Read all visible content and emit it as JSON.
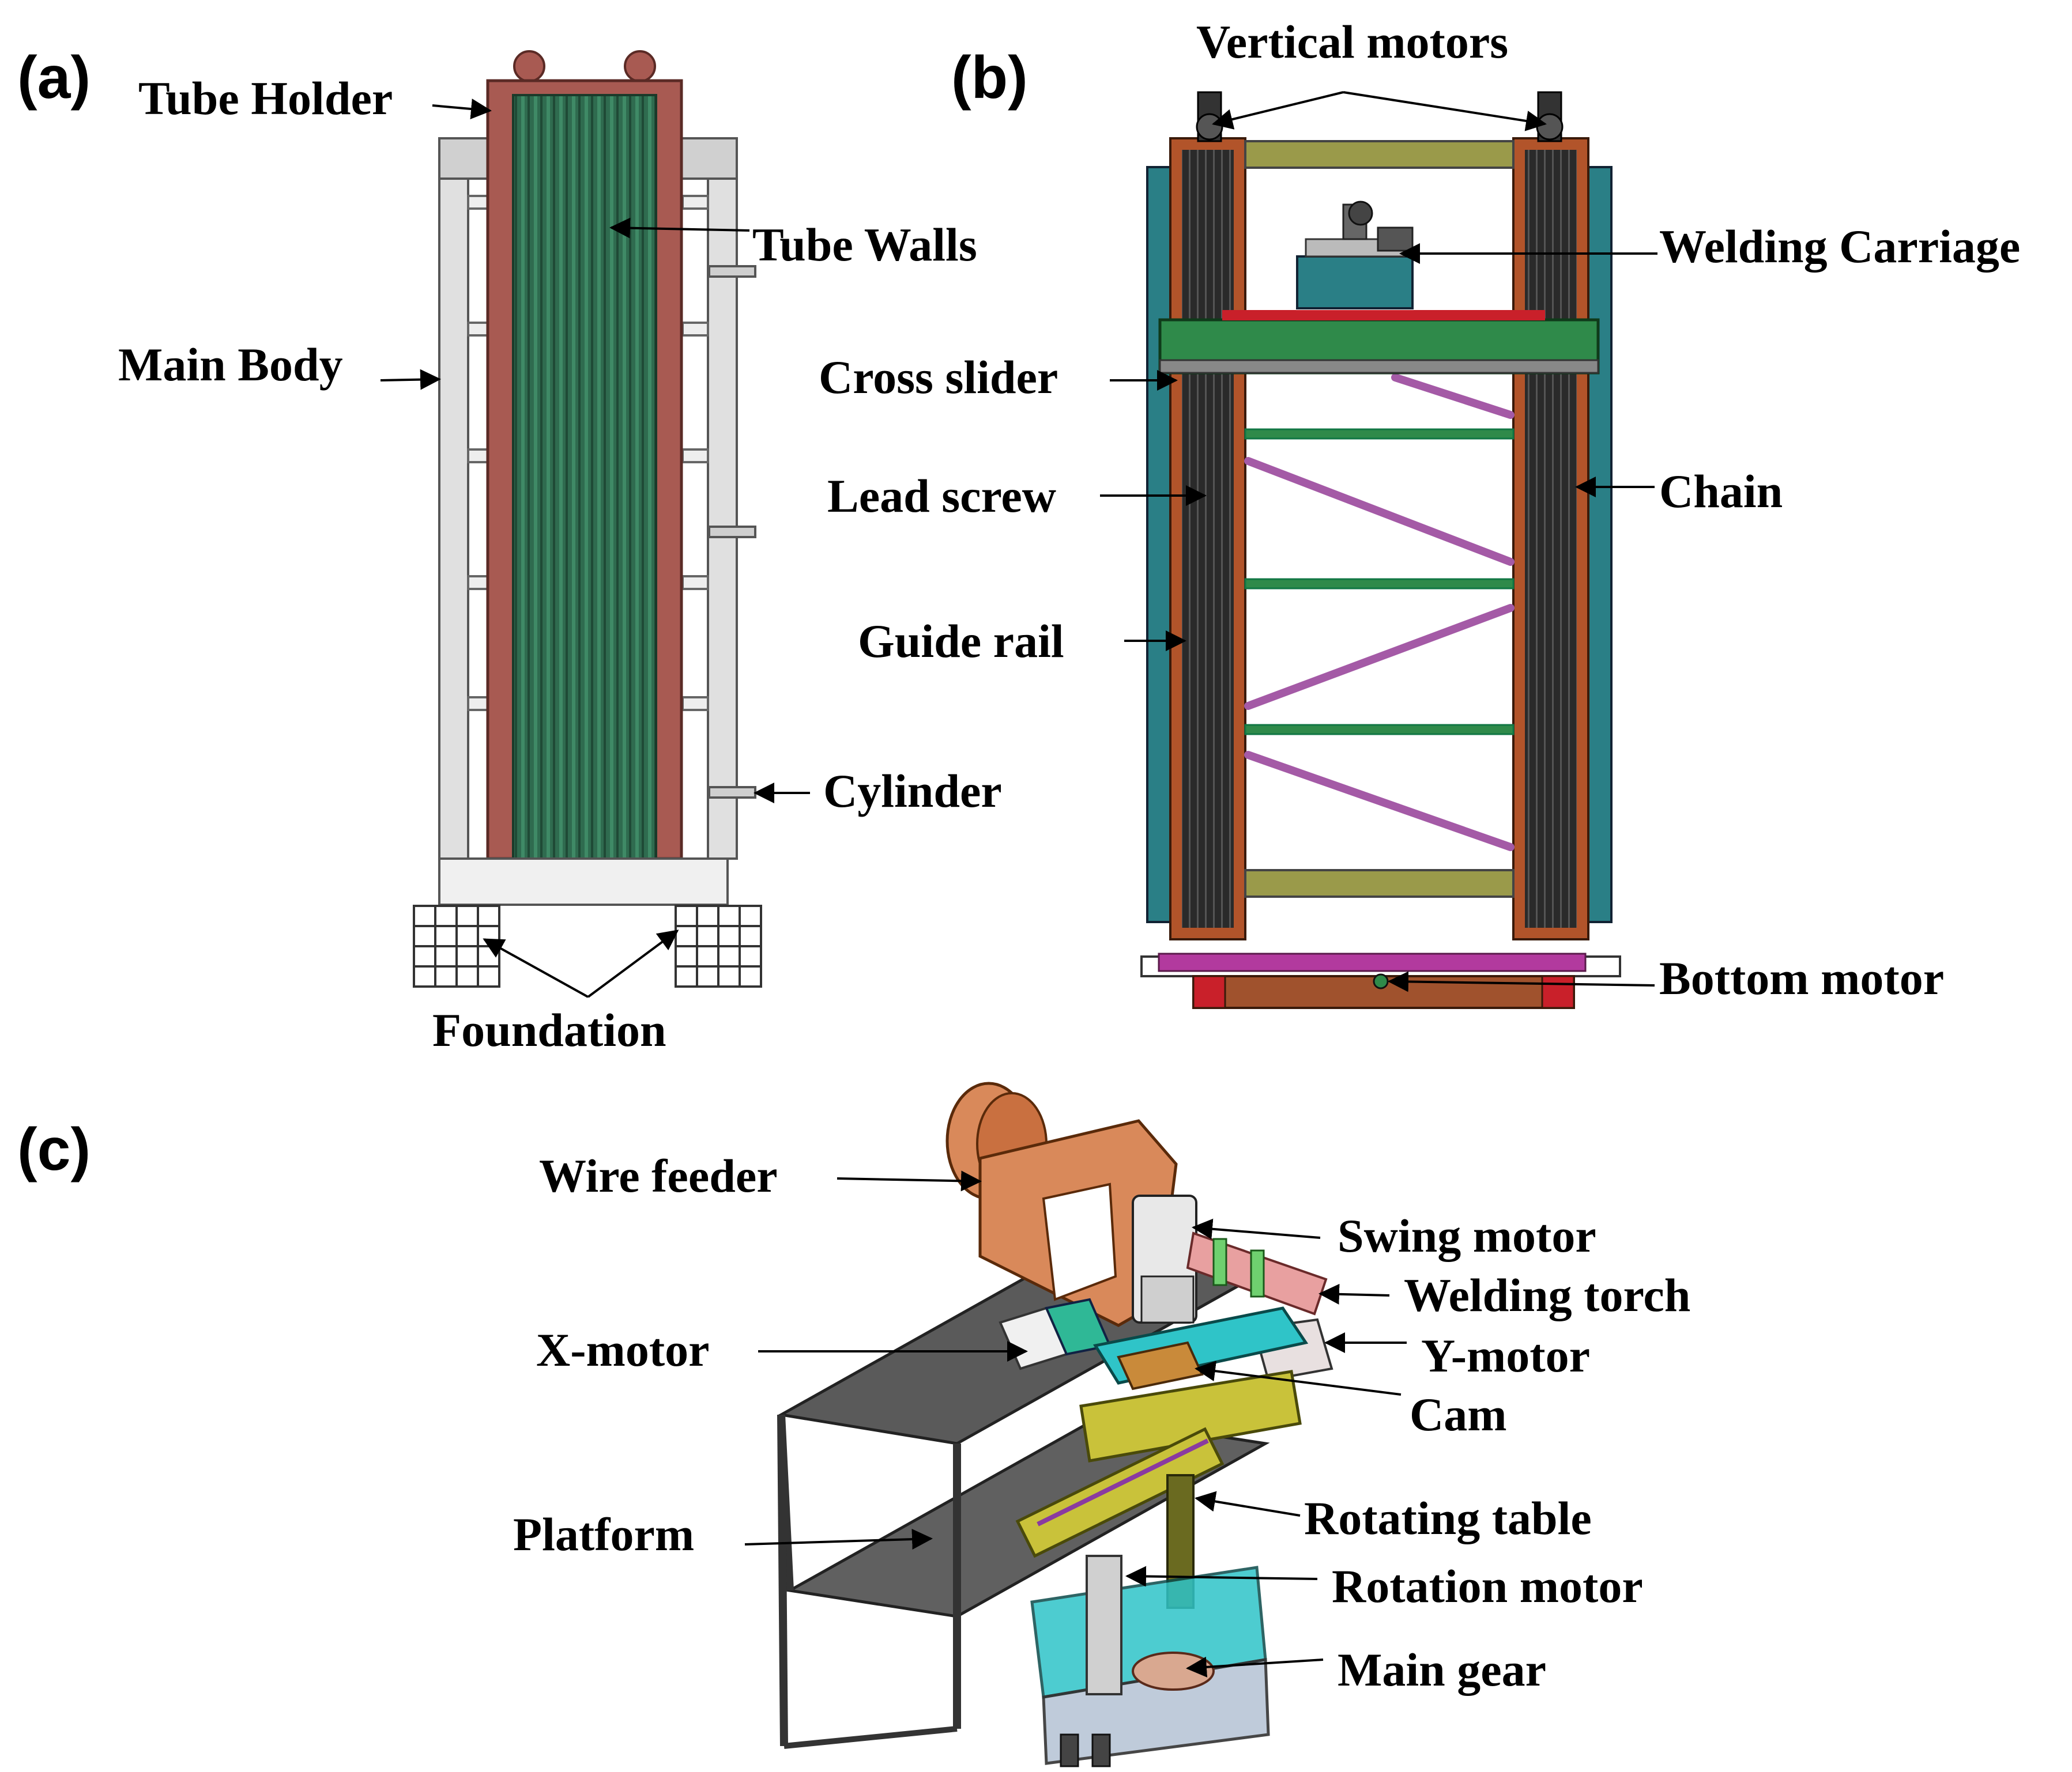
{
  "panels": {
    "a": {
      "label": "(a)",
      "callouts": {
        "tube_holder": "Tube Holder",
        "tube_walls": "Tube Walls",
        "main_body": "Main Body",
        "cylinder": "Cylinder",
        "foundation": "Foundation"
      }
    },
    "b": {
      "label": "(b)",
      "callouts": {
        "vertical_motors": "Vertical motors",
        "welding_carriage": "Welding Carriage",
        "cross_slider": "Cross slider",
        "lead_screw": "Lead screw",
        "chain": "Chain",
        "guide_rail": "Guide rail",
        "bottom_motor": "Bottom motor"
      }
    },
    "c": {
      "label": "(c)",
      "callouts": {
        "wire_feeder": "Wire  feeder",
        "swing_motor": "Swing motor",
        "welding_torch": "Welding torch",
        "x_motor": "X-motor",
        "y_motor": "Y-motor",
        "cam": "Cam",
        "platform": "Platform",
        "rotating_table": "Rotating table",
        "rotation_motor": "Rotation motor",
        "main_gear": "Main gear"
      }
    }
  },
  "colors": {
    "tube_holder": "#a85a52",
    "tube_walls": "#2f6b4f",
    "frame_grey": "#d8d8d8",
    "rail_brown": "#b2542a",
    "column_teal": "#2a7f86",
    "strut_purple": "#a45aa6",
    "crossbar_olive": "#9a9a4a",
    "slider_green": "#2f8a4a",
    "base_magenta": "#b23a9e",
    "base_red": "#c9202a",
    "feeder_orange": "#d9895a",
    "carriage_cyan": "#2fc4c8",
    "slide_yellow": "#c9c23a",
    "platform_dark": "#5a5a5a"
  }
}
